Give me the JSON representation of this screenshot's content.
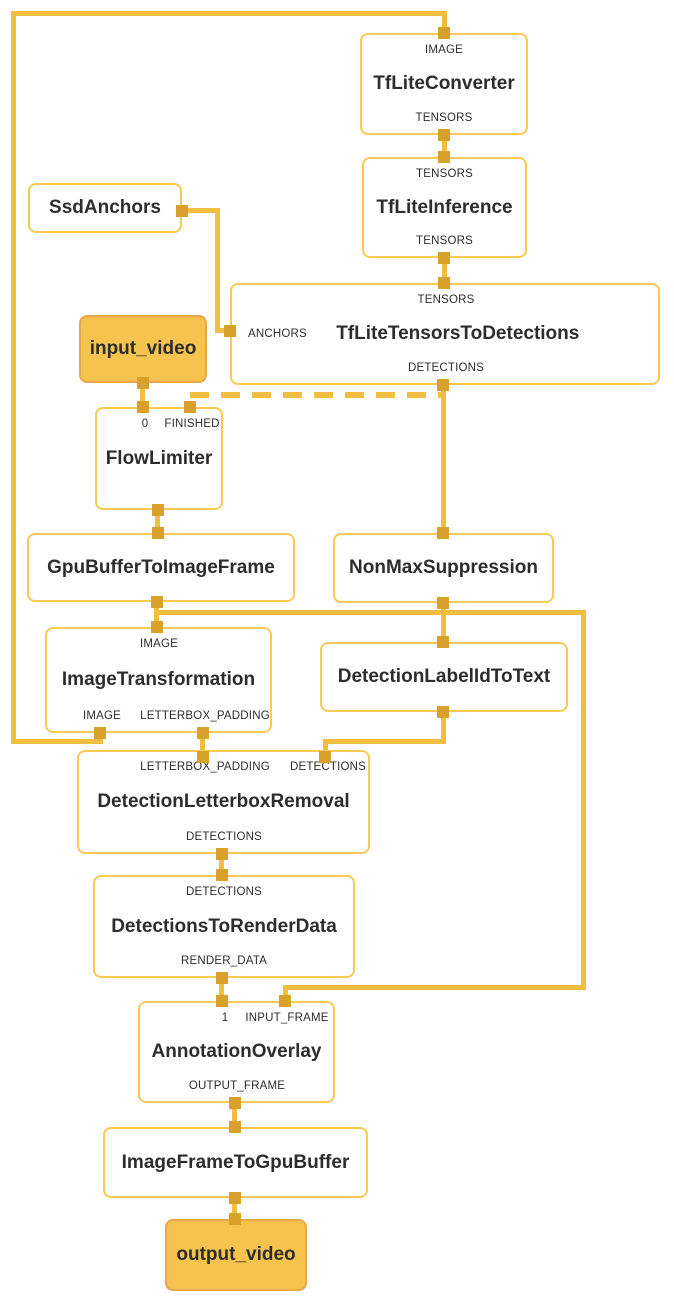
{
  "diagram": {
    "colors": {
      "edge": "#F1BE42",
      "port": "#D7A12B",
      "node_border": "#F8CA54",
      "stream_fill": "#F5C34E",
      "stream_border": "#ECA64E",
      "text": "#2d2d2d",
      "background": "#ffffff"
    },
    "nodes": {
      "tflite_converter": {
        "title": "TfLiteConverter",
        "in_top": "IMAGE",
        "out_bottom": "TENSORS"
      },
      "tflite_inference": {
        "title": "TfLiteInference",
        "in_top": "TENSORS",
        "out_bottom": "TENSORS"
      },
      "tflite_tensors_to_detections": {
        "title": "TfLiteTensorsToDetections",
        "in_top": "TENSORS",
        "in_left": "ANCHORS",
        "out_bottom": "DETECTIONS"
      },
      "ssd_anchors": {
        "title": "SsdAnchors"
      },
      "input_video": {
        "title": "input_video"
      },
      "flow_limiter": {
        "title": "FlowLimiter",
        "in_top_1": "0",
        "in_top_2": "FINISHED"
      },
      "gpu_buffer_to_image_frame": {
        "title": "GpuBufferToImageFrame"
      },
      "non_max_suppression": {
        "title": "NonMaxSuppression"
      },
      "image_transformation": {
        "title": "ImageTransformation",
        "in_top": "IMAGE",
        "out_bottom_1": "IMAGE",
        "out_bottom_2": "LETTERBOX_PADDING"
      },
      "detection_label_id_to_text": {
        "title": "DetectionLabelIdToText"
      },
      "detection_letterbox_removal": {
        "title": "DetectionLetterboxRemoval",
        "in_top_1": "LETTERBOX_PADDING",
        "in_top_2": "DETECTIONS",
        "out_bottom": "DETECTIONS"
      },
      "detections_to_render_data": {
        "title": "DetectionsToRenderData",
        "in_top": "DETECTIONS",
        "out_bottom": "RENDER_DATA"
      },
      "annotation_overlay": {
        "title": "AnnotationOverlay",
        "in_top_1": "1",
        "in_top_2": "INPUT_FRAME",
        "out_bottom": "OUTPUT_FRAME"
      },
      "image_frame_to_gpu_buffer": {
        "title": "ImageFrameToGpuBuffer"
      },
      "output_video": {
        "title": "output_video"
      }
    }
  }
}
